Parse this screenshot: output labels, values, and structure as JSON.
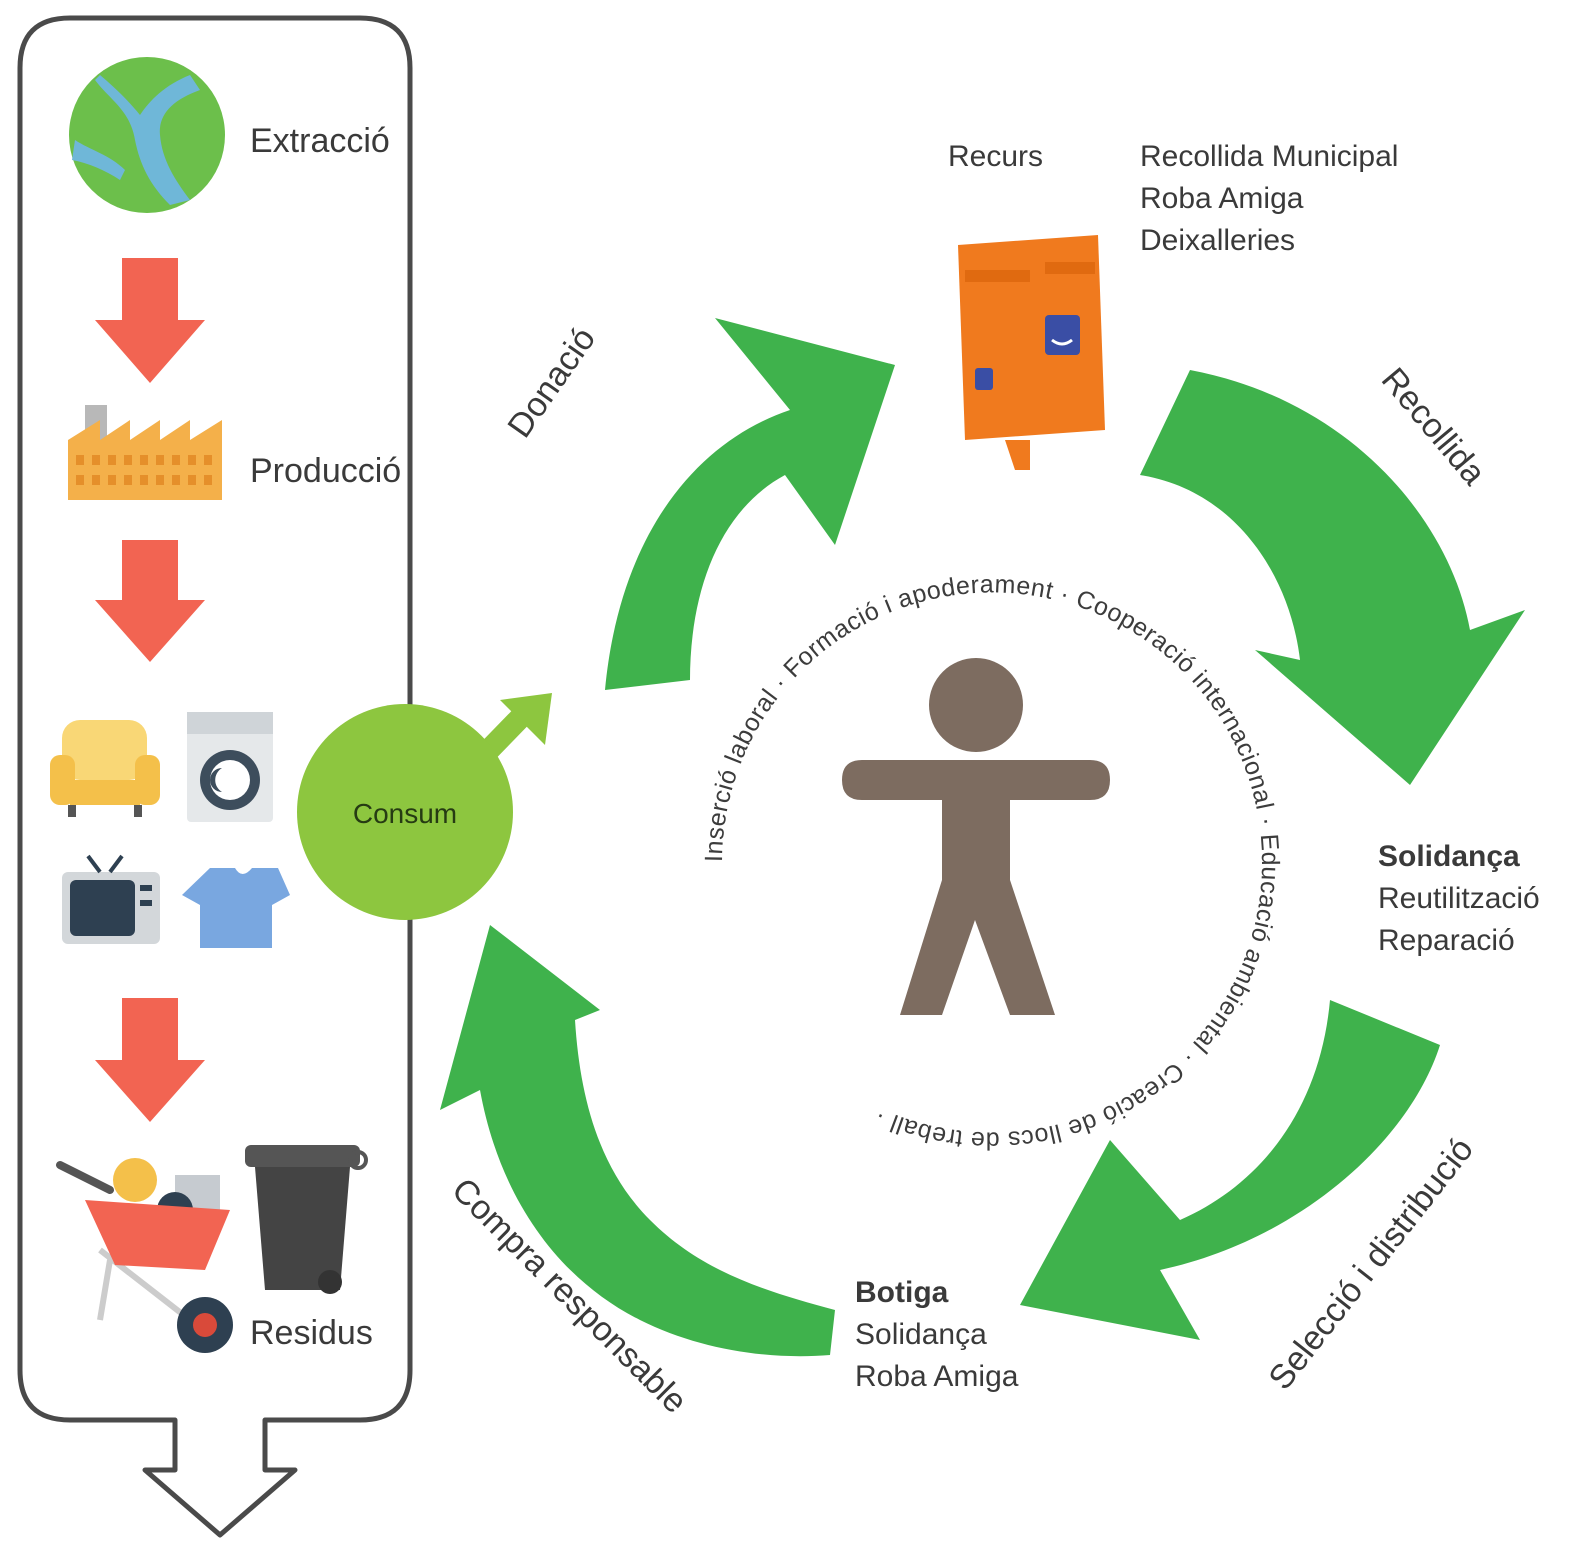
{
  "linear": {
    "extraccio": "Extracció",
    "produccio": "Producció",
    "residus": "Residus"
  },
  "consum": "Consum",
  "recurs": "Recurs",
  "recurs_list": [
    "Recollida Municipal",
    "Roba Amiga",
    "Deixalleries"
  ],
  "cycle_steps": {
    "donacio": "Donació",
    "recollida": "Recollida",
    "seleccio": "Selecció i distribució",
    "compra": "Compra responsable"
  },
  "solidanca_block": {
    "title": "Solidança",
    "lines": [
      "Reutilització",
      "Reparació"
    ]
  },
  "botiga_block": {
    "title": "Botiga",
    "lines": [
      "Solidança",
      "Roba Amiga"
    ]
  },
  "ring_text": "Inserció laboral · Formació i apoderament · Cooperació internacional · Educació ambiental · Creació de llocs de treball ·",
  "colors": {
    "green_arrow": "#3fb24c",
    "red_arrow": "#f26452",
    "consum_green": "#8dc63f",
    "person": "#7d6c60",
    "container": "#f07a1e"
  }
}
